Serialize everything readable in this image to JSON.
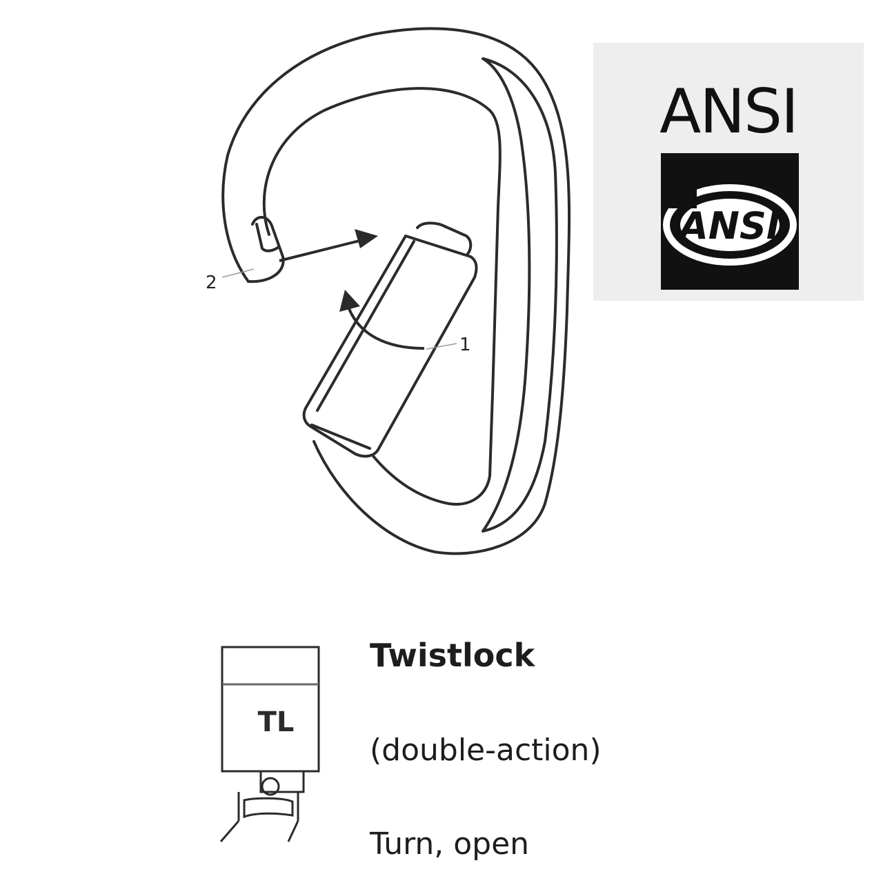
{
  "callouts": {
    "step_1": "1",
    "step_2": "2"
  },
  "ansi": {
    "title": "ANSI",
    "logo_text": "ANSI"
  },
  "gate": {
    "label": "TL"
  },
  "caption": {
    "title": "Twistlock",
    "subtitle": "(double-action)",
    "instruction": "Turn, open"
  },
  "colors": {
    "line": "#2b2b2b",
    "panel_bg": "#eeeeee",
    "logo_bg": "#111111",
    "logo_fg": "#ffffff"
  }
}
